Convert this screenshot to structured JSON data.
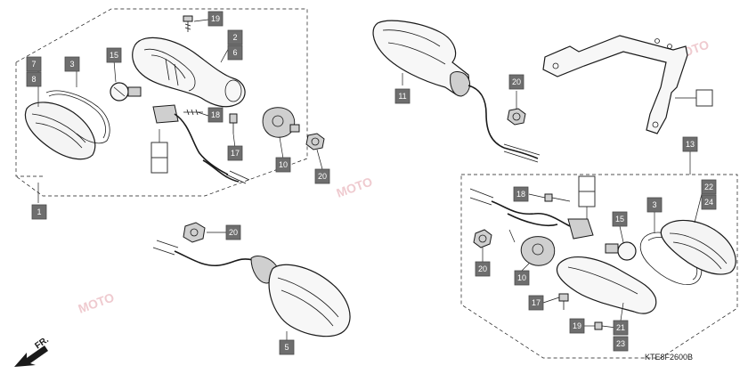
{
  "diagram_code": "KTE8F2600B",
  "direction_label": "FR.",
  "watermark": "MOTO",
  "colors": {
    "callout_fill": "#6e6e6e",
    "callout_text": "#ffffff",
    "line": "#1a1a1a",
    "watermark": "#e2a0a8"
  },
  "callouts": {
    "c1": "1",
    "c2": "2",
    "c3a": "3",
    "c3b": "3",
    "c5": "5",
    "c6": "6",
    "c7": "7",
    "c8": "8",
    "c10a": "10",
    "c10b": "10",
    "c11": "11",
    "c13": "13",
    "c15a": "15",
    "c15b": "15",
    "c17a": "17",
    "c17b": "17",
    "c18a": "18",
    "c18b": "18",
    "c19a": "19",
    "c19b": "19",
    "c20a": "20",
    "c20b": "20",
    "c20c": "20",
    "c20d": "20",
    "c21": "21",
    "c22": "22",
    "c23": "23",
    "c24": "24"
  },
  "icons": {
    "direction": "arrow-front-icon",
    "bulb": "bulb-icon",
    "nut": "nut-icon",
    "screw": "screw-icon"
  }
}
